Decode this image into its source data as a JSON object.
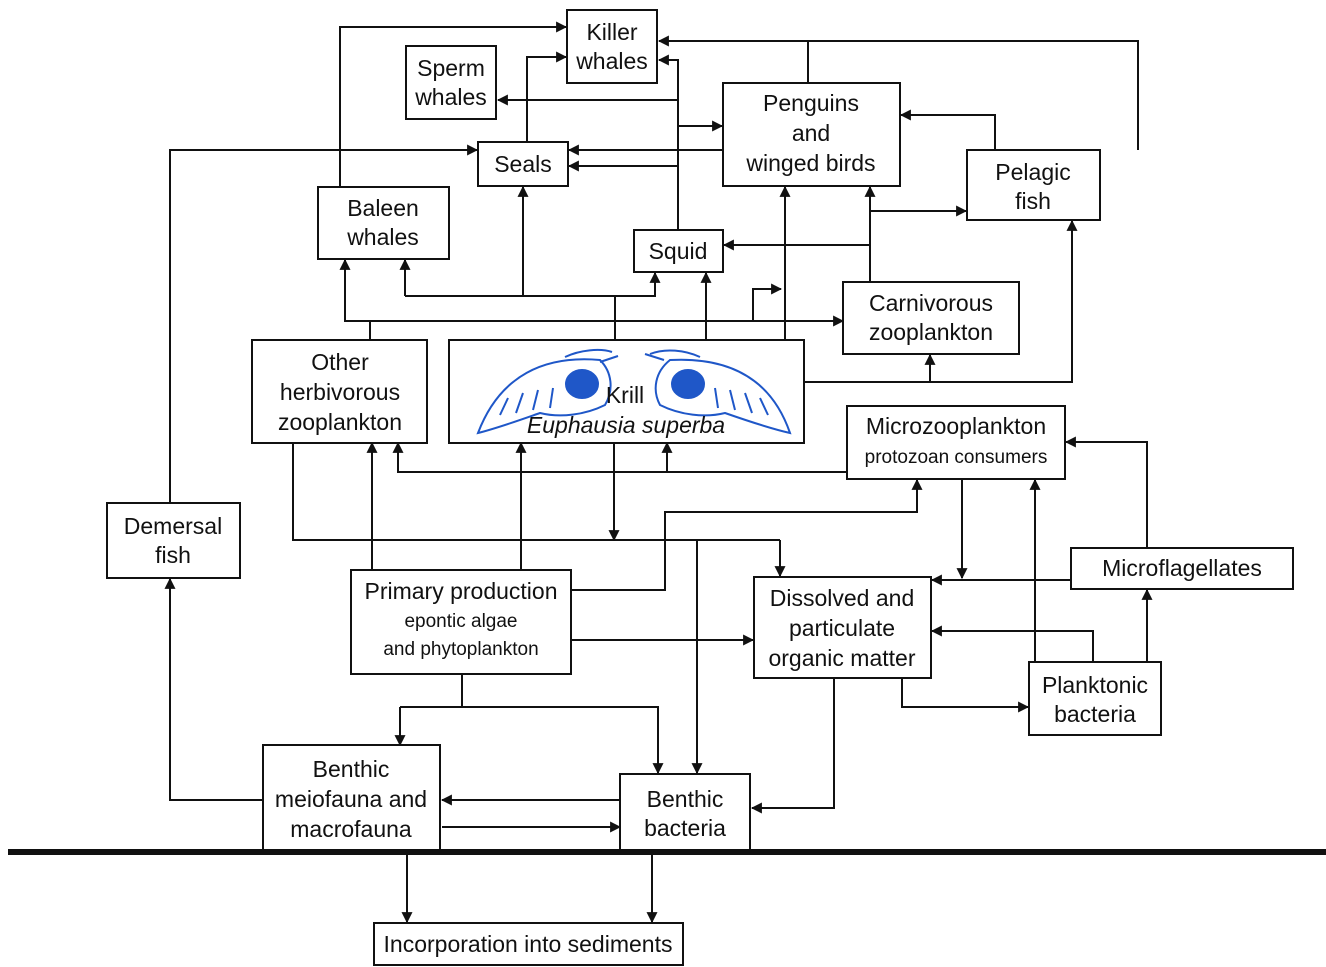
{
  "colors": {
    "line": "#111111",
    "krill": "#1f57c8",
    "background": "#ffffff"
  },
  "icons": [
    "krill-illustration-left",
    "krill-illustration-right"
  ],
  "nodes": {
    "killer_whales": [
      "Killer",
      "whales"
    ],
    "sperm_whales": [
      "Sperm",
      "whales"
    ],
    "penguins": [
      "Penguins",
      "and",
      "winged birds"
    ],
    "seals": [
      "Seals"
    ],
    "pelagic_fish": [
      "Pelagic",
      "fish"
    ],
    "baleen_whales": [
      "Baleen",
      "whales"
    ],
    "squid": [
      "Squid"
    ],
    "carnivorous_zooplankton": [
      "Carnivorous",
      "zooplankton"
    ],
    "other_herbivorous": [
      "Other",
      "herbivorous",
      "zooplankton"
    ],
    "krill": {
      "name": "Krill",
      "species": "Euphausia superba"
    },
    "microzooplankton": {
      "title": "Microzooplankton",
      "subtitle": "protozoan consumers"
    },
    "demersal_fish": [
      "Demersal",
      "fish"
    ],
    "microflagellates": [
      "Microflagellates"
    ],
    "primary_production": {
      "title": "Primary production",
      "subtitle": [
        "epontic algae",
        "and phytoplankton"
      ]
    },
    "dissolved_organic": [
      "Dissolved and",
      "particulate",
      "organic matter"
    ],
    "planktonic_bacteria": [
      "Planktonic",
      "bacteria"
    ],
    "benthic_fauna": [
      "Benthic",
      "meiofauna and",
      "macrofauna"
    ],
    "benthic_bacteria": [
      "Benthic",
      "bacteria"
    ],
    "sediments": [
      "Incorporation  into sediments"
    ]
  }
}
